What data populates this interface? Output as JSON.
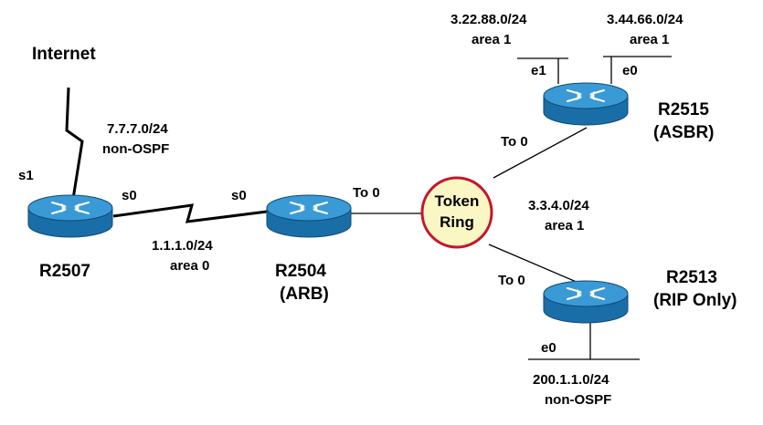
{
  "routers": {
    "r2507": {
      "name": "R2507"
    },
    "r2504": {
      "name": "R2504",
      "role": "(ARB)"
    },
    "r2515": {
      "name": "R2515",
      "role": "(ASBR)"
    },
    "r2513": {
      "name": "R2513",
      "role": "(RIP Only)"
    }
  },
  "internet_label": "Internet",
  "token_ring": {
    "line1": "Token",
    "line2": "Ring"
  },
  "networks": {
    "internet_link": {
      "subnet": "7.7.7.0/24",
      "area": "non-OSPF"
    },
    "serial_link": {
      "subnet": "1.1.1.0/24",
      "area": "area 0"
    },
    "ring": {
      "subnet": "3.3.4.0/24",
      "area": "area 1"
    },
    "r2515_e1": {
      "subnet": "3.22.88.0/24",
      "area": "area 1"
    },
    "r2515_e0": {
      "subnet": "3.44.66.0/24",
      "area": "area 1"
    },
    "r2513_e0": {
      "subnet": "200.1.1.0/24",
      "area": "non-OSPF"
    }
  },
  "interfaces": {
    "r2507_s1": "s1",
    "r2507_s0": "s0",
    "r2504_s0": "s0",
    "r2504_to0": "To 0",
    "r2515_to0": "To 0",
    "r2515_e1": "e1",
    "r2515_e0": "e0",
    "r2513_to0": "To 0",
    "r2513_e0": "e0"
  },
  "colors": {
    "router_top": "#3a9ad6",
    "router_side": "#1a6ea8",
    "ring_fill": "#fbf7c4",
    "ring_stroke": "#c4162a"
  },
  "icons": [
    "router-icon",
    "token-ring-icon",
    "lightning-serial-icon"
  ]
}
